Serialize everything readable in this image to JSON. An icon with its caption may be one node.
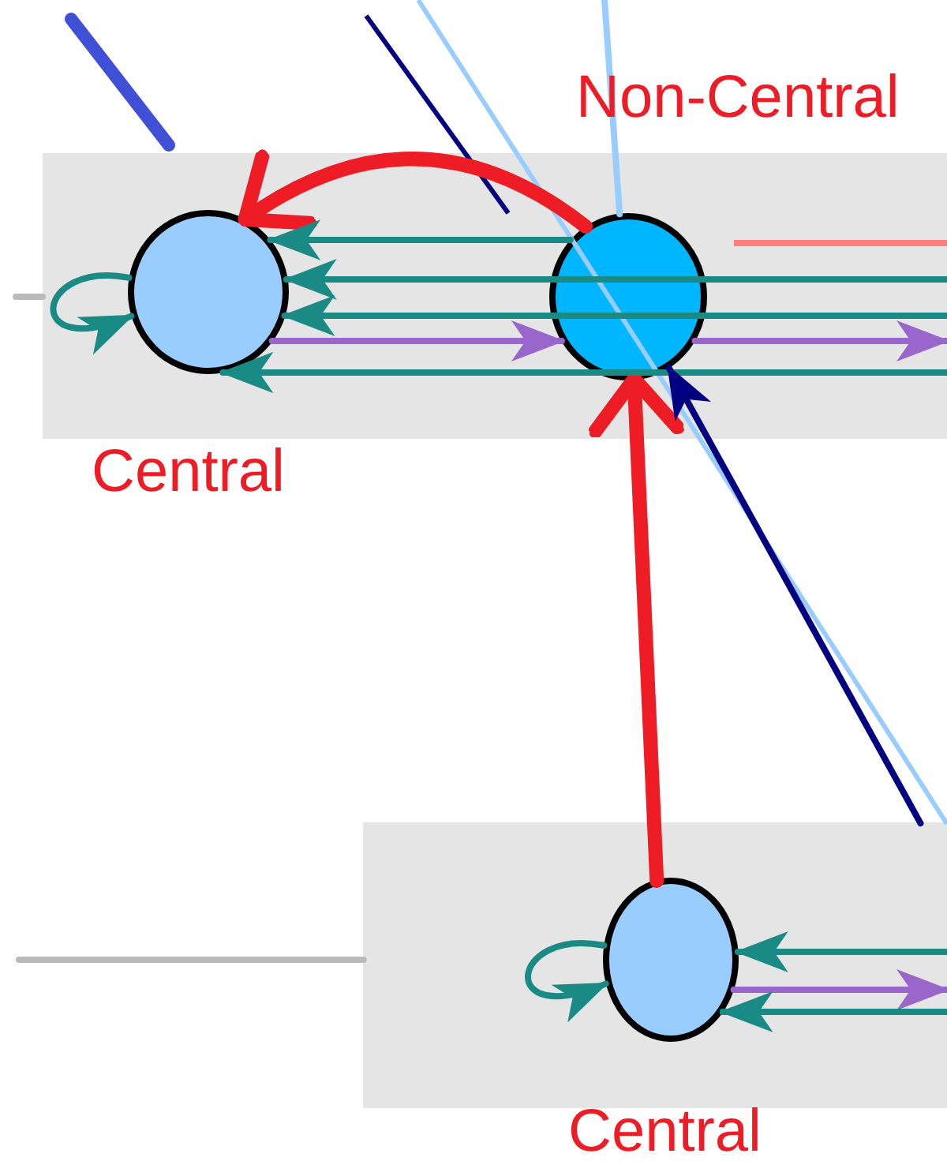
{
  "diagram": {
    "nodes": [
      {
        "text": [],
        "shape": "box"
      },
      {
        "text": [
          "Central"
        ],
        "in": 0
      },
      {
        "text": [
          "Non-Central"
        ],
        "in": 0
      },
      {
        "text": [],
        "shape": "box"
      },
      {
        "text": [
          "Central"
        ],
        "in": 3
      }
    ],
    "edges": [
      {
        "from": 2,
        "to": 1,
        "arrow": "to",
        "style": "thick",
        "color": "#ee1c25"
      },
      {
        "from": 4,
        "to": 2,
        "arrow": "to",
        "style": "thick",
        "color": "#ee1c25"
      },
      {
        "from": 1,
        "to": 1,
        "arrow": "to"
      },
      {
        "from": 2,
        "to": 1,
        "arrow": "to"
      },
      {
        "from": null,
        "to": 1,
        "arrow": "to"
      },
      {
        "from": null,
        "to": 1,
        "arrow": "to"
      },
      {
        "from": 1,
        "to": 2,
        "arrow": "to",
        "color": "#9966cc"
      },
      {
        "from": null,
        "to": 1,
        "arrow": "to"
      },
      {
        "from": 2,
        "to": null,
        "arrow": "to",
        "color": "#9966cc"
      },
      {
        "from": 3,
        "to": 2,
        "arrow": "to",
        "color": "#000080"
      },
      {
        "from": null,
        "to": 2,
        "arrow": "none",
        "color": "#99ccff"
      },
      {
        "from": 4,
        "to": 4,
        "arrow": "to"
      },
      {
        "from": null,
        "to": 4,
        "arrow": "to"
      },
      {
        "from": 4,
        "to": null,
        "arrow": "to",
        "color": "#9966cc"
      },
      {
        "from": null,
        "to": 4,
        "arrow": "to"
      },
      {
        "from": null,
        "to": 3,
        "arrow": "none",
        "color": "#bbbbbb"
      },
      {
        "from": null,
        "to": 0,
        "arrow": "none",
        "color": "#bbbbbb"
      }
    ]
  }
}
